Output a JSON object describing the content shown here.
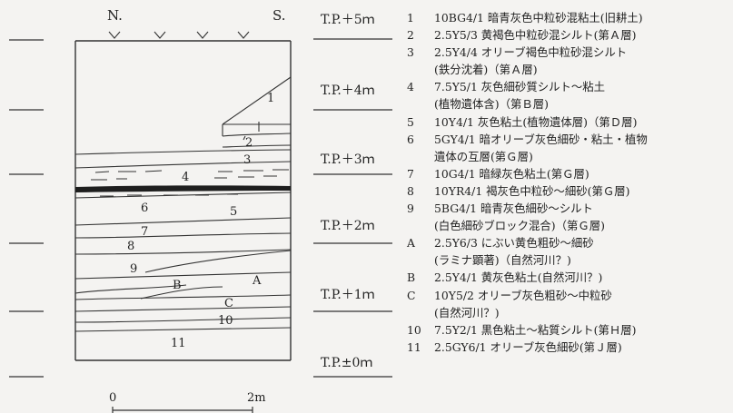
{
  "section": {
    "directions": {
      "left": "N.",
      "right": "S."
    },
    "layer_labels": [
      "1",
      "2",
      "3",
      "4",
      "5",
      "6",
      "7",
      "8",
      "9",
      "A",
      "B",
      "C",
      "10",
      "11"
    ],
    "scale": {
      "start": "0",
      "end": "2m"
    }
  },
  "tp_levels": [
    "T.P.＋5ｍ",
    "T.P.＋4ｍ",
    "T.P.＋3ｍ",
    "T.P.＋2ｍ",
    "T.P.＋1ｍ",
    "T.P.±0ｍ"
  ],
  "legend": [
    {
      "key": "1",
      "lines": [
        "10BG4/1 暗青灰色中粒砂混粘土(旧耕土)"
      ]
    },
    {
      "key": "2",
      "lines": [
        "2.5Y5/3 黄褐色中粒砂混シルト(第Ａ層)"
      ]
    },
    {
      "key": "3",
      "lines": [
        "2.5Y4/4 オリーブ褐色中粒砂混シルト",
        "(鉄分沈着)（第Ａ層)"
      ]
    },
    {
      "key": "4",
      "lines": [
        "7.5Y5/1 灰色細砂質シルト～粘土",
        "(植物遺体含)（第Ｂ層)"
      ]
    },
    {
      "key": "5",
      "lines": [
        "10Y4/1 灰色粘土(植物遺体層)（第Ｄ層)"
      ]
    },
    {
      "key": "6",
      "lines": [
        "5GY4/1 暗オリーブ灰色細砂・粘土・植物",
        "遺体の互層(第Ｇ層)"
      ]
    },
    {
      "key": "7",
      "lines": [
        "10G4/1 暗緑灰色粘土(第Ｇ層)"
      ]
    },
    {
      "key": "8",
      "lines": [
        "10YR4/1 褐灰色中粒砂～細砂(第Ｇ層)"
      ]
    },
    {
      "key": "9",
      "lines": [
        "5BG4/1 暗青灰色細砂～シルト",
        "(白色細砂ブロック混合)（第Ｇ層)"
      ]
    },
    {
      "key": "A",
      "lines": [
        "2.5Y6/3 にぶい黄色粗砂～細砂",
        "(ラミナ顕著)（自然河川？)"
      ]
    },
    {
      "key": "B",
      "lines": [
        "2.5Y4/1 黄灰色粘土(自然河川？)"
      ]
    },
    {
      "key": "C",
      "lines": [
        "10Y5/2 オリーブ灰色粗砂～中粒砂",
        "(自然河川？)"
      ]
    },
    {
      "key": "10",
      "lines": [
        "7.5Y2/1 黒色粘土～粘質シルト(第Ｈ層)"
      ]
    },
    {
      "key": "11",
      "lines": [
        "2.5GY6/1 オリーブ灰色細砂(第Ｊ層)"
      ]
    }
  ]
}
